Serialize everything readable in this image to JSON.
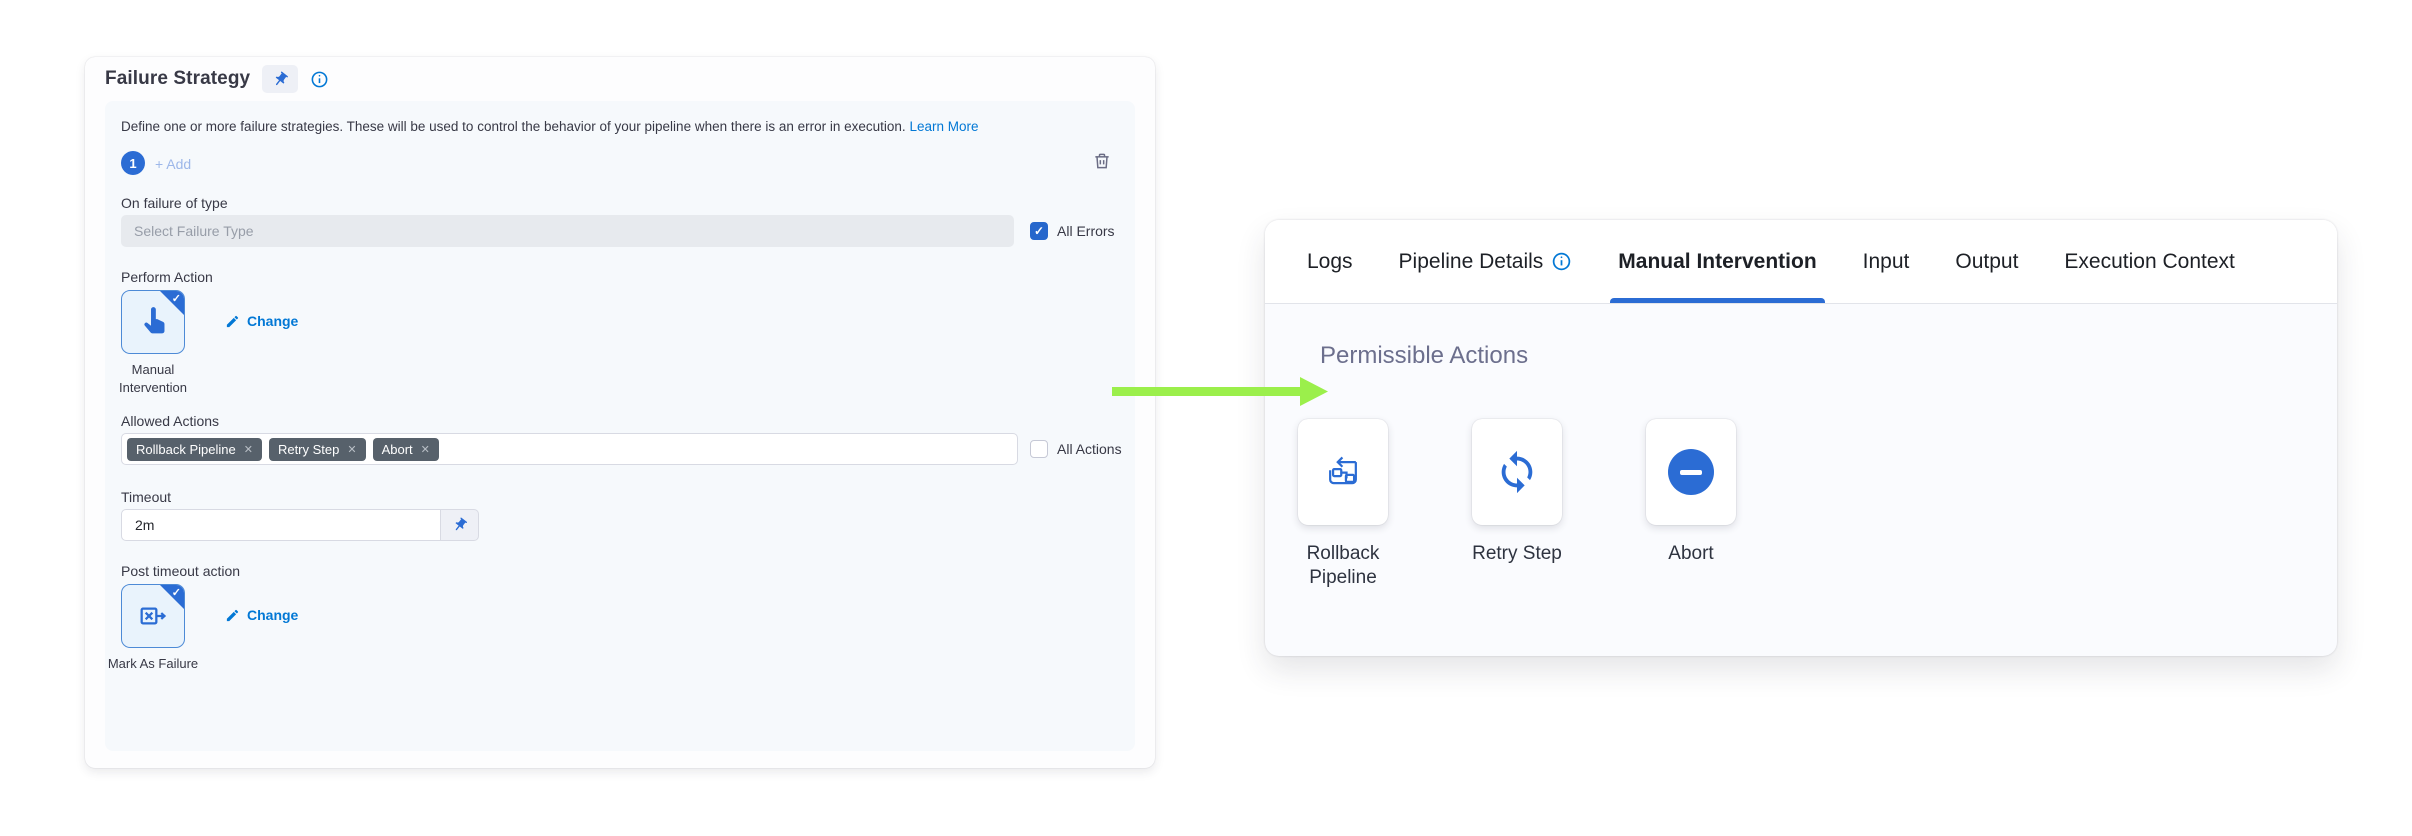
{
  "icons": {
    "check_glyph": "✓",
    "close_glyph": "✕"
  },
  "failure_strategy_panel": {
    "title": "Failure Strategy",
    "description": "Define one or more failure strategies. These will be used to control the behavior of your pipeline when there is an error in execution.",
    "learn_more_label": "Learn More",
    "strategy_badge": "1",
    "add_button_label": "+ Add",
    "fields": {
      "on_failure_label": "On failure of type",
      "failure_type_placeholder": "Select Failure Type",
      "all_errors_label": "All Errors",
      "perform_action_label": "Perform Action",
      "perform_action_name": "Manual Intervention",
      "change_label": "Change",
      "allowed_actions_label": "Allowed Actions",
      "tags": [
        "Rollback Pipeline",
        "Retry Step",
        "Abort"
      ],
      "all_actions_label": "All Actions",
      "timeout_label": "Timeout",
      "timeout_value": "2m",
      "post_timeout_label": "Post timeout action",
      "post_timeout_action_name": "Mark As Failure"
    }
  },
  "details_panel": {
    "tabs": [
      {
        "label": "Logs"
      },
      {
        "label": "Pipeline Details"
      },
      {
        "label": "Manual Intervention"
      },
      {
        "label": "Input"
      },
      {
        "label": "Output"
      },
      {
        "label": "Execution Context"
      }
    ],
    "active_tab": "Manual Intervention",
    "section_title": "Permissible Actions",
    "actions": [
      {
        "label": "Rollback Pipeline"
      },
      {
        "label": "Retry Step"
      },
      {
        "label": "Abort"
      }
    ]
  },
  "colors": {
    "primary_blue": "#0278d5",
    "icon_blue": "#2b6cd4",
    "arrow_green": "#9bef4b",
    "tag_bg": "#57616b"
  }
}
